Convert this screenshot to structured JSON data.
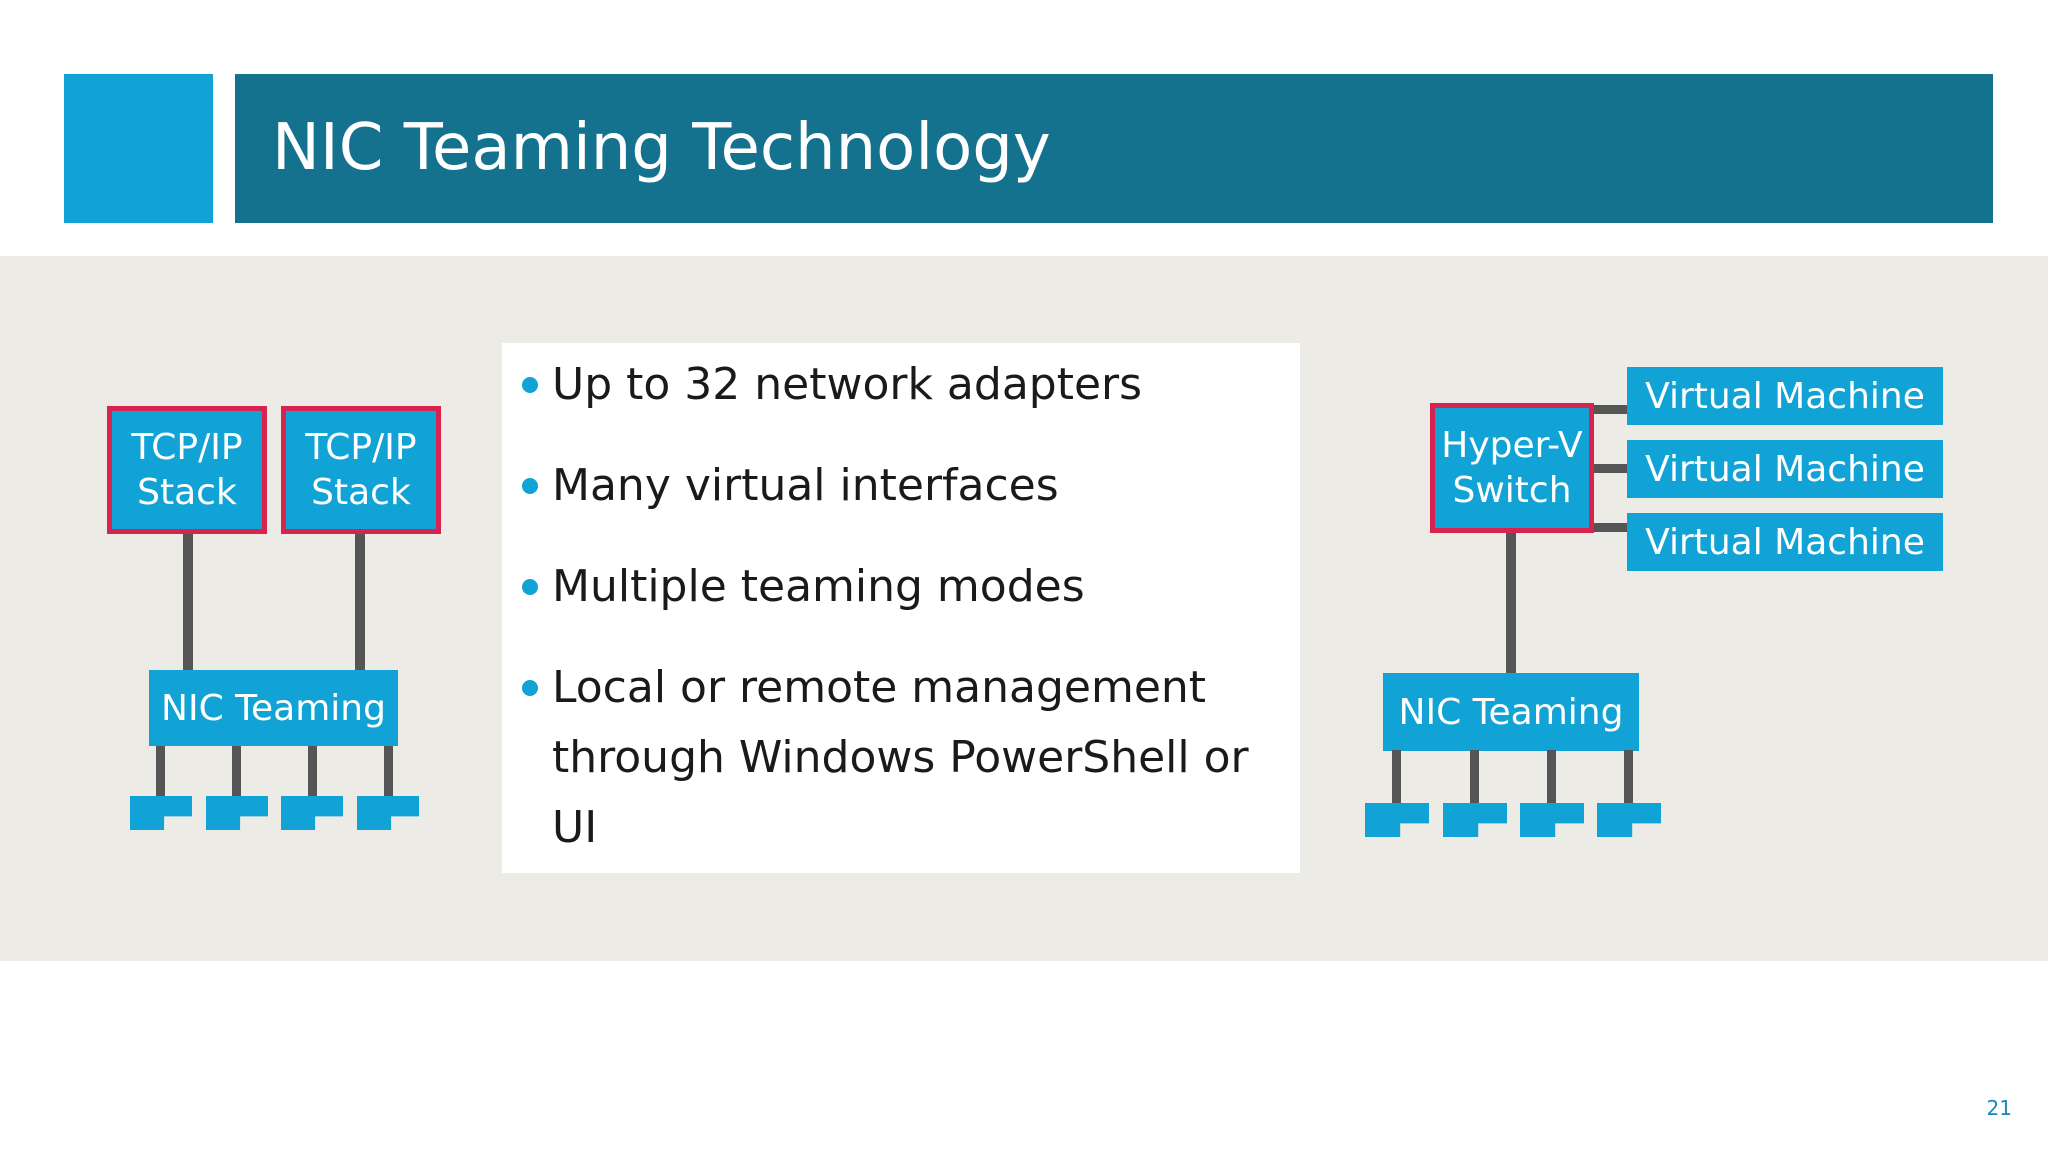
{
  "slide": {
    "title": "NIC Teaming Technology",
    "page_number": "21"
  },
  "bullets": [
    "Up to 32 network adapters",
    "Many virtual interfaces",
    "Multiple teaming modes",
    "Local or remote management through Windows PowerShell or UI"
  ],
  "left_diagram": {
    "stacks": [
      {
        "line1": "TCP/IP",
        "line2": "Stack"
      },
      {
        "line1": "TCP/IP",
        "line2": "Stack"
      }
    ],
    "nic_teaming": "NIC Teaming",
    "adapter_count": 4
  },
  "right_diagram": {
    "switch": {
      "line1": "Hyper-V",
      "line2": "Switch"
    },
    "virtual_machines": [
      "Virtual Machine",
      "Virtual Machine",
      "Virtual Machine"
    ],
    "nic_teaming": "NIC Teaming",
    "adapter_count": 4
  },
  "colors": {
    "accent": "#12a3d6",
    "title_bar": "#14728e",
    "highlight_border": "#d6244f",
    "connector": "#555555",
    "content_background": "#edebe6"
  }
}
